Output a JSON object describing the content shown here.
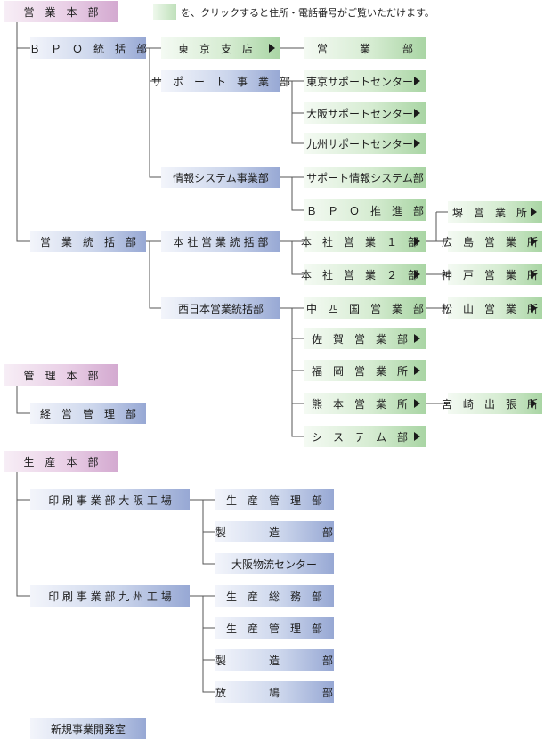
{
  "legend": {
    "text": "を、クリックすると住所・電話番号がご覧いただけます。"
  },
  "nodes": {
    "eigyo_honbu": "営　業　本　部",
    "bpo_tokatsu": "Ｂ　Ｐ　Ｏ　統　括　部",
    "tokyo_shiten": "東　京　支　店",
    "eigyobu": "営　　　業　　　部",
    "support_jigyobu": "サ　ポ　ー　ト　事　業　部",
    "tokyo_support": "東京サポートセンター",
    "osaka_support": "大阪サポートセンター",
    "kyushu_support": "九州サポートセンター",
    "joho_system_jigyobu": "情報システム事業部",
    "support_joho_system": "サポート情報システム部",
    "bpo_suishin": "Ｂ　Ｐ　Ｏ　推　進　部",
    "eigyo_tokatsu": "営　業　統　括　部",
    "honsha_eigyo_tokatsu": "本 社 営 業 統 括 部",
    "honsha_eigyo_1": "本　社　営　業　１　部",
    "honsha_eigyo_2": "本　社　営　業　２　部",
    "sakai": "堺　営　業　所",
    "hiroshima": "広　島　営　業　所",
    "kobe": "神　戸　営　業　所",
    "nishinihon_tokatsu": "西日本営業統括部",
    "chushikoku": "中　四　国　営　業　部",
    "matsuyama": "松　山　営　業　所",
    "saga": "佐　賀　営　業　部",
    "fukuoka": "福　岡　営　業　所",
    "kumamoto": "熊　本　営　業　所",
    "miyazaki": "宮　崎　出　張　所",
    "system": "シ　ス　テ　ム　部",
    "kanri_honbu": "管　理　本　部",
    "keiei_kanri": "経　営　管　理　部",
    "seisan_honbu": "生　産　本　部",
    "osaka_kojo": "印 刷 事 業 部 大 阪 工 場",
    "osaka_seisan_kanri": "生　産　管　理　部",
    "osaka_seizo": "製　　　　造　　　　部",
    "osaka_butsuryu": "大阪物流センター",
    "kyushu_kojo": "印 刷 事 業 部 九 州 工 場",
    "kyushu_seisan_somu": "生　産　総　務　部",
    "kyushu_seisan_kanri": "生　産　管　理　部",
    "kyushu_seizo": "製　　　　造　　　　部",
    "kyushu_hoshu": "放　　　　鳩　　　　部",
    "shinki_jigyo": "新規事業開発室"
  },
  "colors": {
    "headquarters": "#d3a9d0",
    "division": "#97a8d4",
    "clickable": "#a9d5a4",
    "line": "#555555"
  }
}
